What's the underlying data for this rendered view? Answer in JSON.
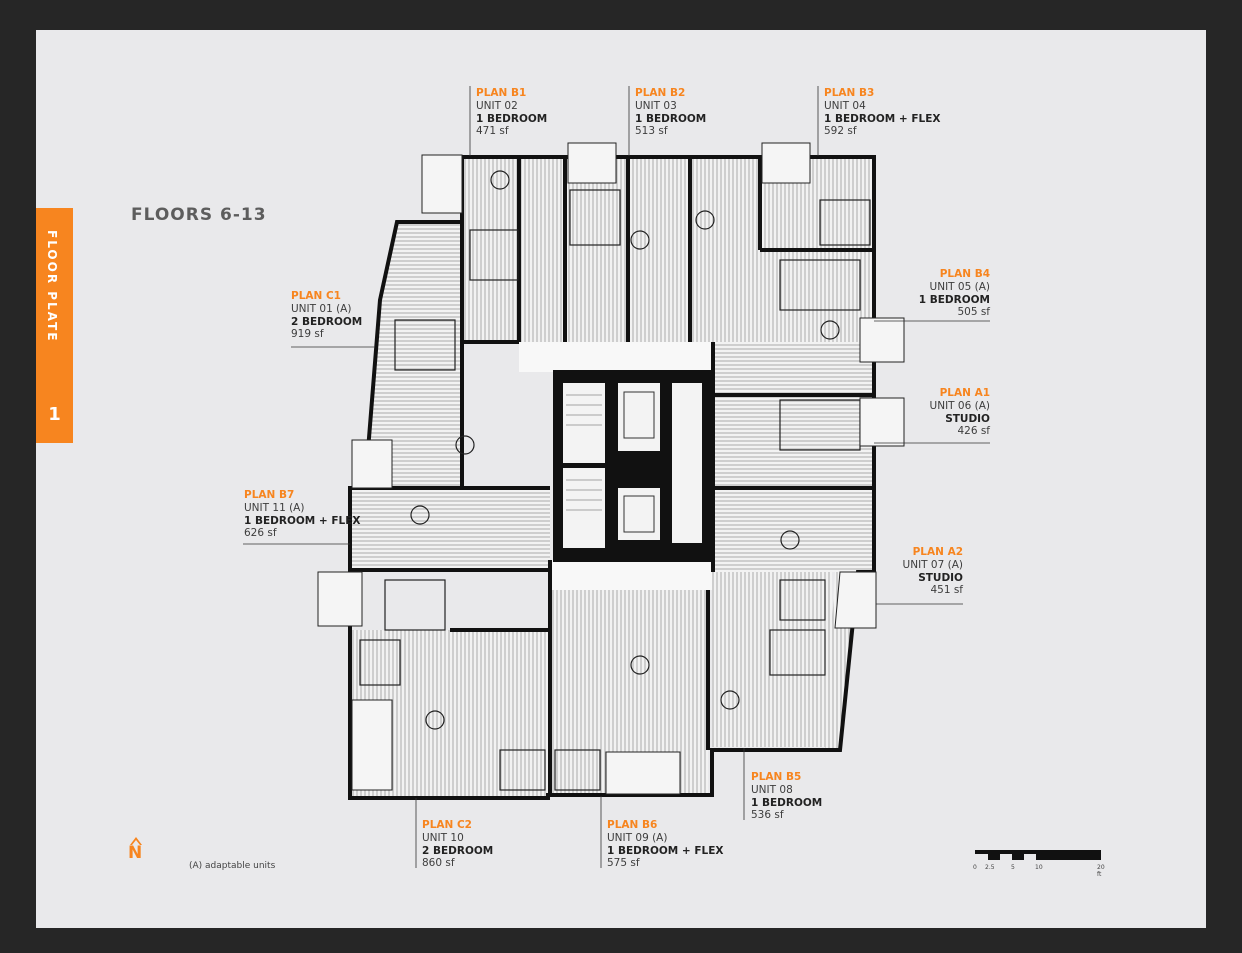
{
  "sheet": {
    "side_tab_label": "FLOOR PLATE",
    "side_tab_number": "1",
    "title": "FLOORS 6-13",
    "legend": "(A) adaptable units",
    "north_letter": "N"
  },
  "units": [
    {
      "plan": "PLAN B1",
      "unit": "UNIT 02",
      "type": "1 BEDROOM",
      "area": "471 sf"
    },
    {
      "plan": "PLAN B2",
      "unit": "UNIT 03",
      "type": "1 BEDROOM",
      "area": "513 sf"
    },
    {
      "plan": "PLAN B3",
      "unit": "UNIT 04",
      "type": "1 BEDROOM + FLEX",
      "area": "592 sf"
    },
    {
      "plan": "PLAN B4",
      "unit": "UNIT 05 (A)",
      "type": "1 BEDROOM",
      "area": "505 sf"
    },
    {
      "plan": "PLAN A1",
      "unit": "UNIT 06 (A)",
      "type": "STUDIO",
      "area": "426 sf"
    },
    {
      "plan": "PLAN A2",
      "unit": "UNIT 07 (A)",
      "type": "STUDIO",
      "area": "451 sf"
    },
    {
      "plan": "PLAN B5",
      "unit": "UNIT 08",
      "type": "1 BEDROOM",
      "area": "536 sf"
    },
    {
      "plan": "PLAN B6",
      "unit": "UNIT 09 (A)",
      "type": "1 BEDROOM + FLEX",
      "area": "575 sf"
    },
    {
      "plan": "PLAN C2",
      "unit": "UNIT 10",
      "type": "2 BEDROOM",
      "area": "860 sf"
    },
    {
      "plan": "PLAN B7",
      "unit": "UNIT 11 (A)",
      "type": "1 BEDROOM + FLEX",
      "area": "626 sf"
    },
    {
      "plan": "PLAN C1",
      "unit": "UNIT 01 (A)",
      "type": "2 BEDROOM",
      "area": "919 sf"
    }
  ],
  "scale": {
    "ticks": [
      "0",
      "2.5",
      "5",
      "10",
      "20 ft"
    ]
  },
  "colors": {
    "accent": "#f7851f",
    "wall": "#111111",
    "sheet": "#e9e9eb"
  }
}
